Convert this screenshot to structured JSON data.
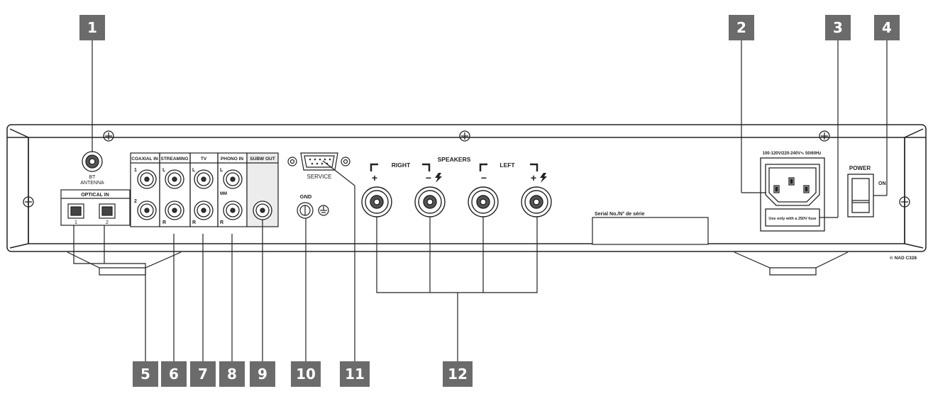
{
  "callouts": {
    "c1": "1",
    "c2": "2",
    "c3": "3",
    "c4": "4",
    "c5": "5",
    "c6": "6",
    "c7": "7",
    "c8": "8",
    "c9": "9",
    "c10": "10",
    "c11": "11",
    "c12": "12"
  },
  "panel": {
    "bt_line1": "BT",
    "bt_line2": "ANTENNA",
    "optical_in": "OPTICAL IN",
    "optical_1": "1",
    "optical_2": "2",
    "coaxial_in": "COAXIAL IN",
    "coaxial_1": "1",
    "coaxial_2": "2",
    "streaming": "STREAMING",
    "tv": "TV",
    "phono_in": "PHONO IN",
    "mm": "MM",
    "subw_out": "SUBW OUT",
    "ch_left": "L",
    "ch_right": "R",
    "service": "SERVICE",
    "gnd": "GND",
    "speakers": "SPEAKERS",
    "right": "RIGHT",
    "left": "LEFT",
    "plus": "+",
    "minus": "−",
    "power": "POWER",
    "on": "ON",
    "mains_rating": "100-120V/220-240V∿ 50/60Hz",
    "fuse_label": "Use only with a 250V fuse",
    "serial": "Serial No./N° de série",
    "model": "© NAD C328"
  },
  "colors": {
    "callout_bg": "#6b6b6b",
    "line": "#222222",
    "panel_fill": "#ffffff"
  }
}
